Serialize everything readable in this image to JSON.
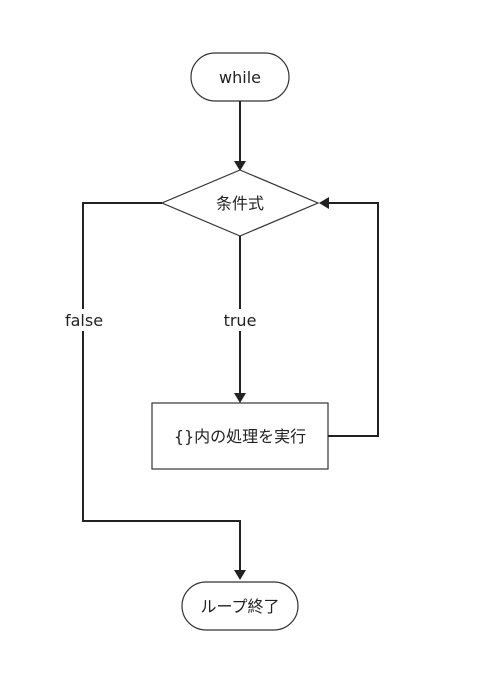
{
  "diagram": {
    "nodes": {
      "start": {
        "text": "while"
      },
      "condition": {
        "text": "条件式"
      },
      "process": {
        "text": "{}内の処理を実行"
      },
      "end": {
        "text": "ループ終了"
      }
    },
    "edges": {
      "true_label": "true",
      "false_label": "false"
    }
  }
}
